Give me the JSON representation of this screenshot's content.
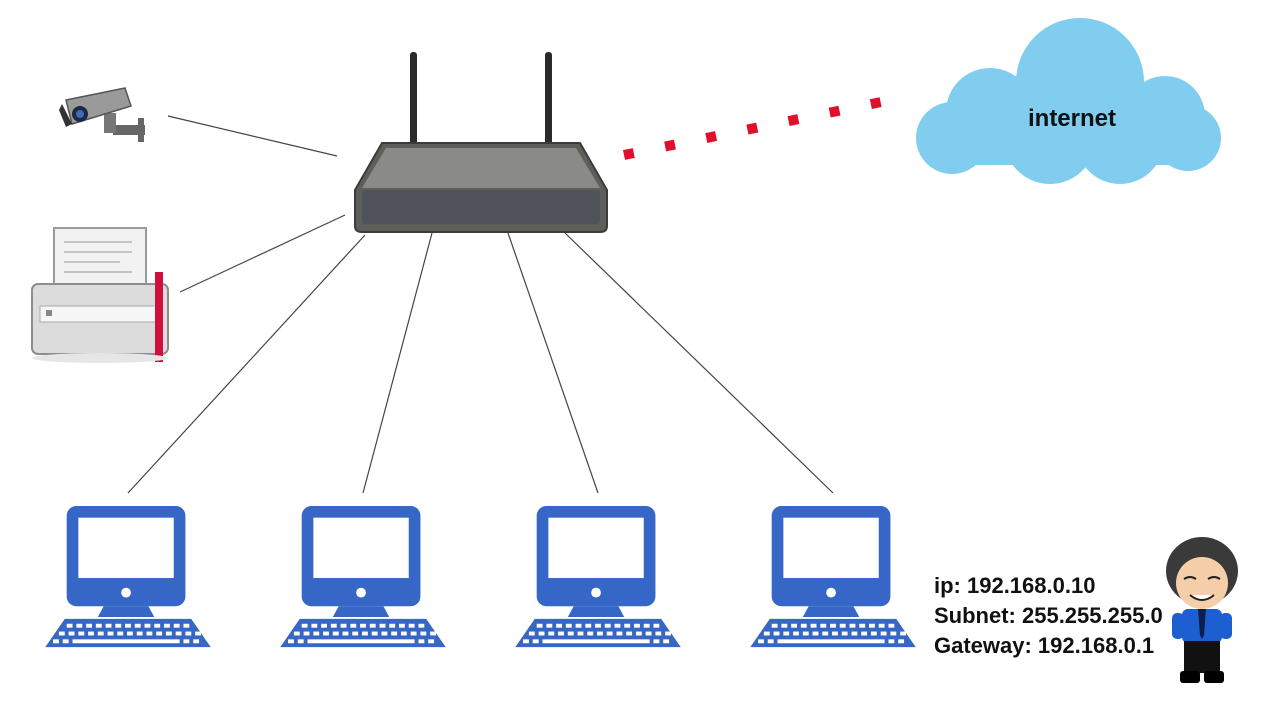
{
  "cloud": {
    "label": "internet"
  },
  "info": {
    "ip": "ip: 192.168.0.10",
    "subnet": "Subnet: 255.255.255.0",
    "gateway": "Gateway: 192.168.0.1"
  },
  "colors": {
    "computer": "#3667c6",
    "cloud": "#80cdf0",
    "internet_link": "#e0102c",
    "wire": "#444444",
    "router_body": "#6b6c68"
  },
  "icons": [
    "camera-icon",
    "printer-icon",
    "router-icon",
    "cloud-icon",
    "computer-icon",
    "presenter-icon"
  ]
}
